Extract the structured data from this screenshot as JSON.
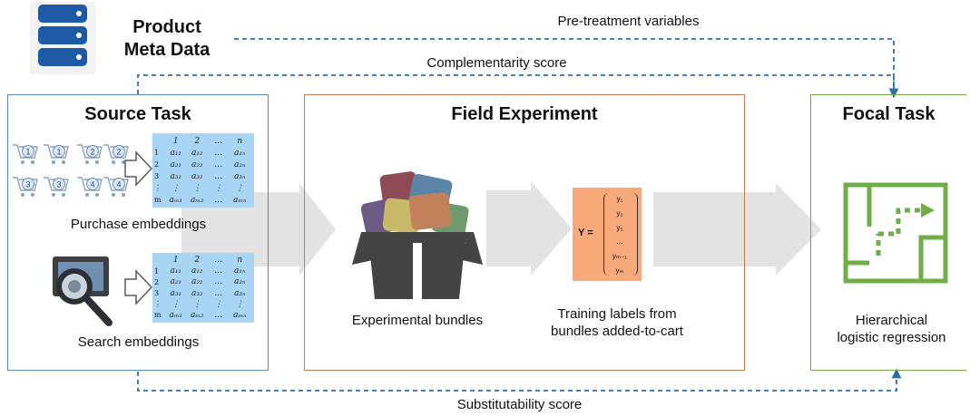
{
  "header": {
    "title_line1": "Product",
    "title_line2": "Meta Data"
  },
  "flows": {
    "pretreatment": "Pre-treatment variables",
    "complementarity": "Complementarity score",
    "substitutability": "Substitutability score"
  },
  "source_task": {
    "title": "Source Task",
    "purchase_caption": "Purchase embeddings",
    "search_caption": "Search embeddings",
    "cart_numbers": [
      "1",
      "1",
      "2",
      "2",
      "3",
      "3",
      "4",
      "4"
    ],
    "matrix": {
      "col_header": [
        "1",
        "2",
        "…",
        "n"
      ],
      "row_labels": [
        "1",
        "2",
        "3",
        "⋮",
        "m"
      ],
      "rows": [
        [
          "a₁₁",
          "a₁₂",
          "…",
          "a₁ₙ"
        ],
        [
          "a₂₁",
          "a₂₂",
          "…",
          "a₂ₙ"
        ],
        [
          "a₃₁",
          "a₃₂",
          "…",
          "a₃ₙ"
        ],
        [
          "⋮",
          "⋮",
          "⋮",
          "⋮"
        ],
        [
          "aₘ₁",
          "aₘ₂",
          "…",
          "aₘₙ"
        ]
      ]
    }
  },
  "field_experiment": {
    "title": "Field Experiment",
    "bundles_caption": "Experimental bundles",
    "labels_caption_line1": "Training labels from",
    "labels_caption_line2": "bundles added-to-cart",
    "y_symbol": "Y =",
    "y_entries": [
      "y₁",
      "y₂",
      "y₃",
      "…",
      "yₘ₋₁",
      "yₘ"
    ]
  },
  "focal_task": {
    "title": "Focal Task",
    "caption_line1": "Hierarchical",
    "caption_line2": "logistic regression"
  },
  "colors": {
    "source_border": "#5b87b5",
    "field_border": "#c47a50",
    "focal_border": "#70ad47",
    "dashed": "#2e6da4",
    "matrix_bg": "#a9d5f5",
    "label_bg": "#f7a97a",
    "big_arrow": "#e3e3e3"
  }
}
